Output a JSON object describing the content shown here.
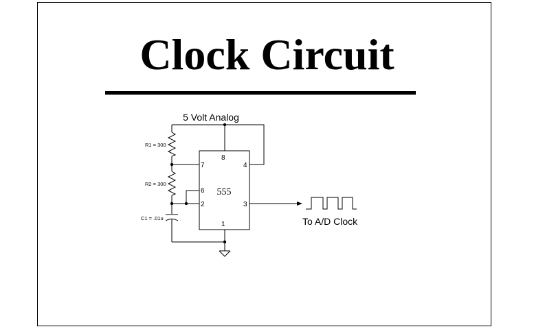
{
  "slide": {
    "title": "Clock Circuit"
  },
  "circuit": {
    "supply_label": "5 Volt Analog",
    "chip_label": "555",
    "pins": {
      "p8": "8",
      "p7": "7",
      "p4": "4",
      "p6": "6",
      "p2": "2",
      "p3": "3",
      "p1": "1"
    },
    "components": {
      "r1": "R1 = 300",
      "r2": "R2 = 300",
      "c1": "C1 = .01u"
    },
    "output_label": "To A/D Clock"
  }
}
